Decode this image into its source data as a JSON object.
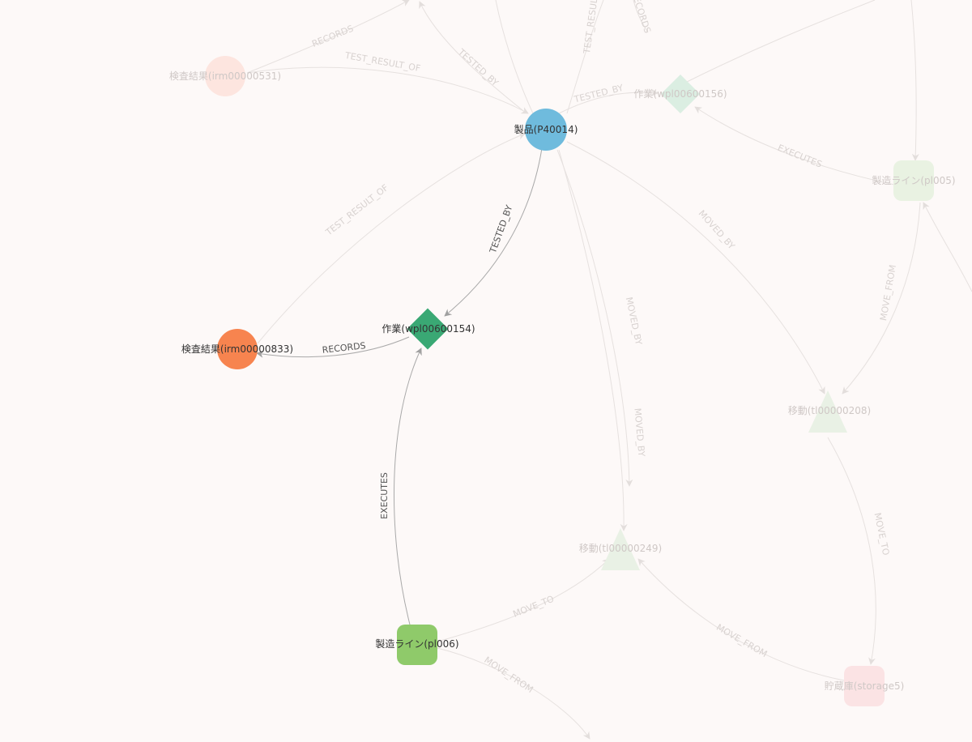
{
  "nodes": {
    "product": {
      "label": "製品(P40014)",
      "color": "#6fbbdd",
      "shape": "circle",
      "active": true
    },
    "work_main": {
      "label": "作業(wpl00600154)",
      "color": "#3aa874",
      "shape": "diamond",
      "active": true
    },
    "result_main": {
      "label": "検査結果(irm00000833)",
      "color": "#f7844f",
      "shape": "circle",
      "active": true
    },
    "line_main": {
      "label": "製造ライン(pl006)",
      "color": "#8fca6a",
      "shape": "rounded-square",
      "active": true
    },
    "result_faded": {
      "label": "検査結果(irm00000531)",
      "color": "#fde3dc",
      "shape": "circle",
      "active": false
    },
    "work_faded": {
      "label": "作業(wpl00600156)",
      "color": "#dbeee2",
      "shape": "diamond",
      "active": false
    },
    "line_faded": {
      "label": "製造ライン(pl005)",
      "color": "#e9f2e2",
      "shape": "rounded-square",
      "active": false
    },
    "move_208": {
      "label": "移動(tl00000208)",
      "color": "#e9f1e5",
      "shape": "triangle",
      "active": false
    },
    "move_249": {
      "label": "移動(tl00000249)",
      "color": "#e9f1e5",
      "shape": "triangle",
      "active": false
    },
    "storage": {
      "label": "貯蔵庫(storage5)",
      "color": "#fbe3e4",
      "shape": "rounded-square",
      "active": false
    }
  },
  "edges": {
    "tested_by_main": {
      "label": "TESTED_BY",
      "active": true
    },
    "records_main": {
      "label": "RECORDS",
      "active": true
    },
    "executes_main": {
      "label": "EXECUTES",
      "active": true
    },
    "test_result_of_main": {
      "label": "TEST_RESULT_OF",
      "active": false
    },
    "records_faded": {
      "label": "RECORDS",
      "active": false
    },
    "test_result_of_faded": {
      "label": "TEST_RESULT_OF",
      "active": false
    },
    "tested_by_faded": {
      "label": "TESTED_BY",
      "active": false
    },
    "tested_by_faded_2": {
      "label": "TESTED_BY",
      "active": false
    },
    "executes_faded": {
      "label": "EXECUTES",
      "active": false
    },
    "moved_by_1": {
      "label": "MOVED_BY",
      "active": false
    },
    "moved_by_2": {
      "label": "MOVED_BY",
      "active": false
    },
    "moved_by_3": {
      "label": "MOVED_BY",
      "active": false
    },
    "move_from_1": {
      "label": "MOVE_FROM",
      "active": false
    },
    "move_from_2": {
      "label": "MOVE_FROM",
      "active": false
    },
    "move_from_3": {
      "label": "MOVE_FROM",
      "active": false
    },
    "move_to_1": {
      "label": "MOVE_TO",
      "active": false
    },
    "move_to_2": {
      "label": "MOVE_TO",
      "active": false
    },
    "test_result_top": {
      "label": "TEST_RESULT",
      "active": false
    },
    "records_top": {
      "label": "RECORDS",
      "active": false
    }
  }
}
